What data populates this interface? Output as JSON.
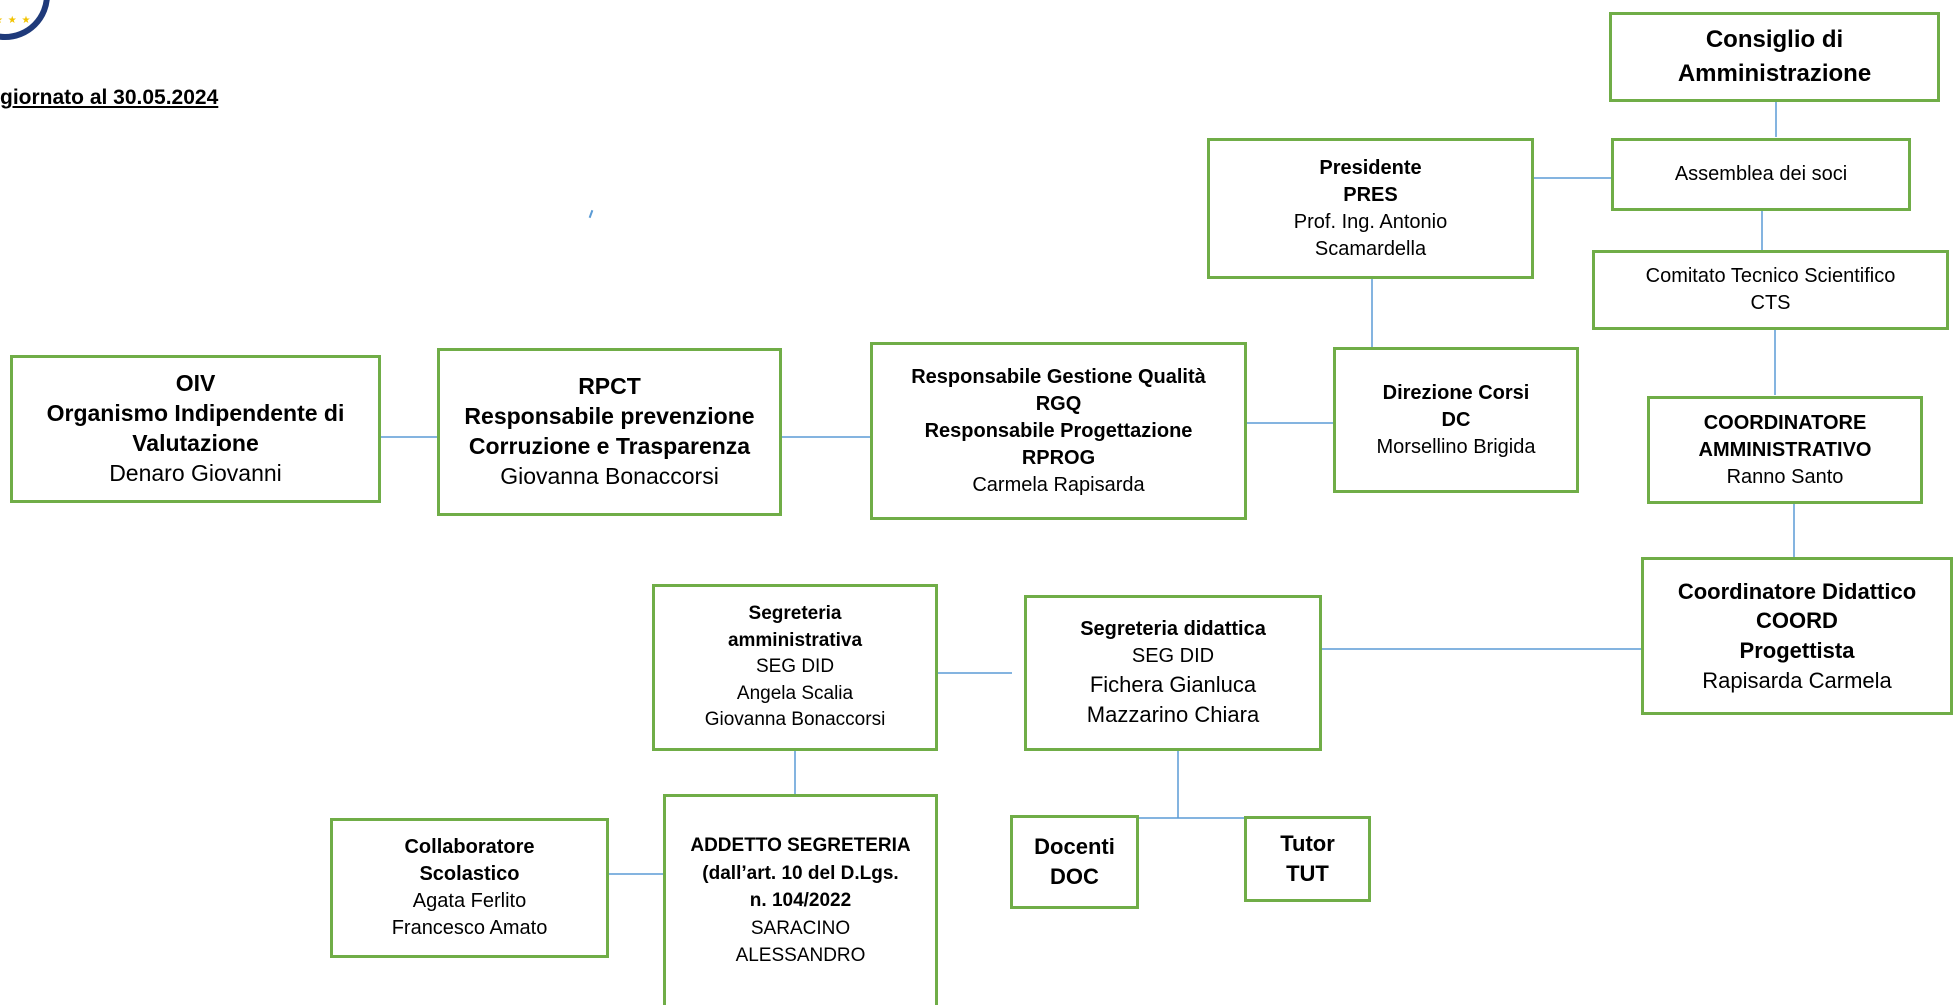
{
  "header": {
    "date_label": "giornato al 30.05.2024"
  },
  "nodes": {
    "consiglio": {
      "l1": "Consiglio di",
      "l2": "Amministrazione"
    },
    "assemblea": {
      "l1": "Assemblea dei soci"
    },
    "presidente": {
      "l1": "Presidente",
      "l2": "PRES",
      "l3": "Prof. Ing. Antonio",
      "l4": "Scamardella"
    },
    "cts": {
      "l1": "Comitato Tecnico Scientifico",
      "l2": "CTS"
    },
    "direzione": {
      "l1": "Direzione Corsi",
      "l2": "DC",
      "l3": "Morsellino Brigida"
    },
    "coord_amm": {
      "l1": "COORDINATORE",
      "l2": "AMMINISTRATIVO",
      "l3": "Ranno Santo"
    },
    "oiv": {
      "l1": "OIV",
      "l2": "Organismo Indipendente di",
      "l3": "Valutazione",
      "l4": "Denaro Giovanni"
    },
    "rpct": {
      "l1": "RPCT",
      "l2": "Responsabile prevenzione",
      "l3": "Corruzione e Trasparenza",
      "l4": "Giovanna Bonaccorsi"
    },
    "rgq": {
      "l1": "Responsabile Gestione Qualità",
      "l2": "RGQ",
      "l3": "Responsabile Progettazione",
      "l4": "RPROG",
      "l5": "Carmela Rapisarda"
    },
    "coord_did": {
      "l1": "Coordinatore Didattico",
      "l2": "COORD",
      "l3": "Progettista",
      "l4": "Rapisarda Carmela"
    },
    "seg_amm": {
      "l1": "Segreteria",
      "l2": "amministrativa",
      "l3": "SEG DID",
      "l4": "Angela Scalia",
      "l5": "Giovanna Bonaccorsi"
    },
    "seg_did": {
      "l1": "Segreteria didattica",
      "l2": "SEG DID",
      "l3": "Fichera Gianluca",
      "l4": "Mazzarino Chiara"
    },
    "collab": {
      "l1": "Collaboratore",
      "l2": "Scolastico",
      "l3": "Agata Ferlito",
      "l4": "Francesco Amato"
    },
    "addetto": {
      "l1": "ADDETTO SEGRETERIA",
      "l2": "(dall’art. 10 del D.Lgs.",
      "l3": "n. 104/2022",
      "l4": "SARACINO",
      "l5": "ALESSANDRO"
    },
    "docenti": {
      "l1": "Docenti",
      "l2": "DOC"
    },
    "tutor": {
      "l1": "Tutor",
      "l2": "TUT"
    }
  },
  "colors": {
    "box_border": "#70ad47",
    "connector": "#5b9bd5"
  }
}
